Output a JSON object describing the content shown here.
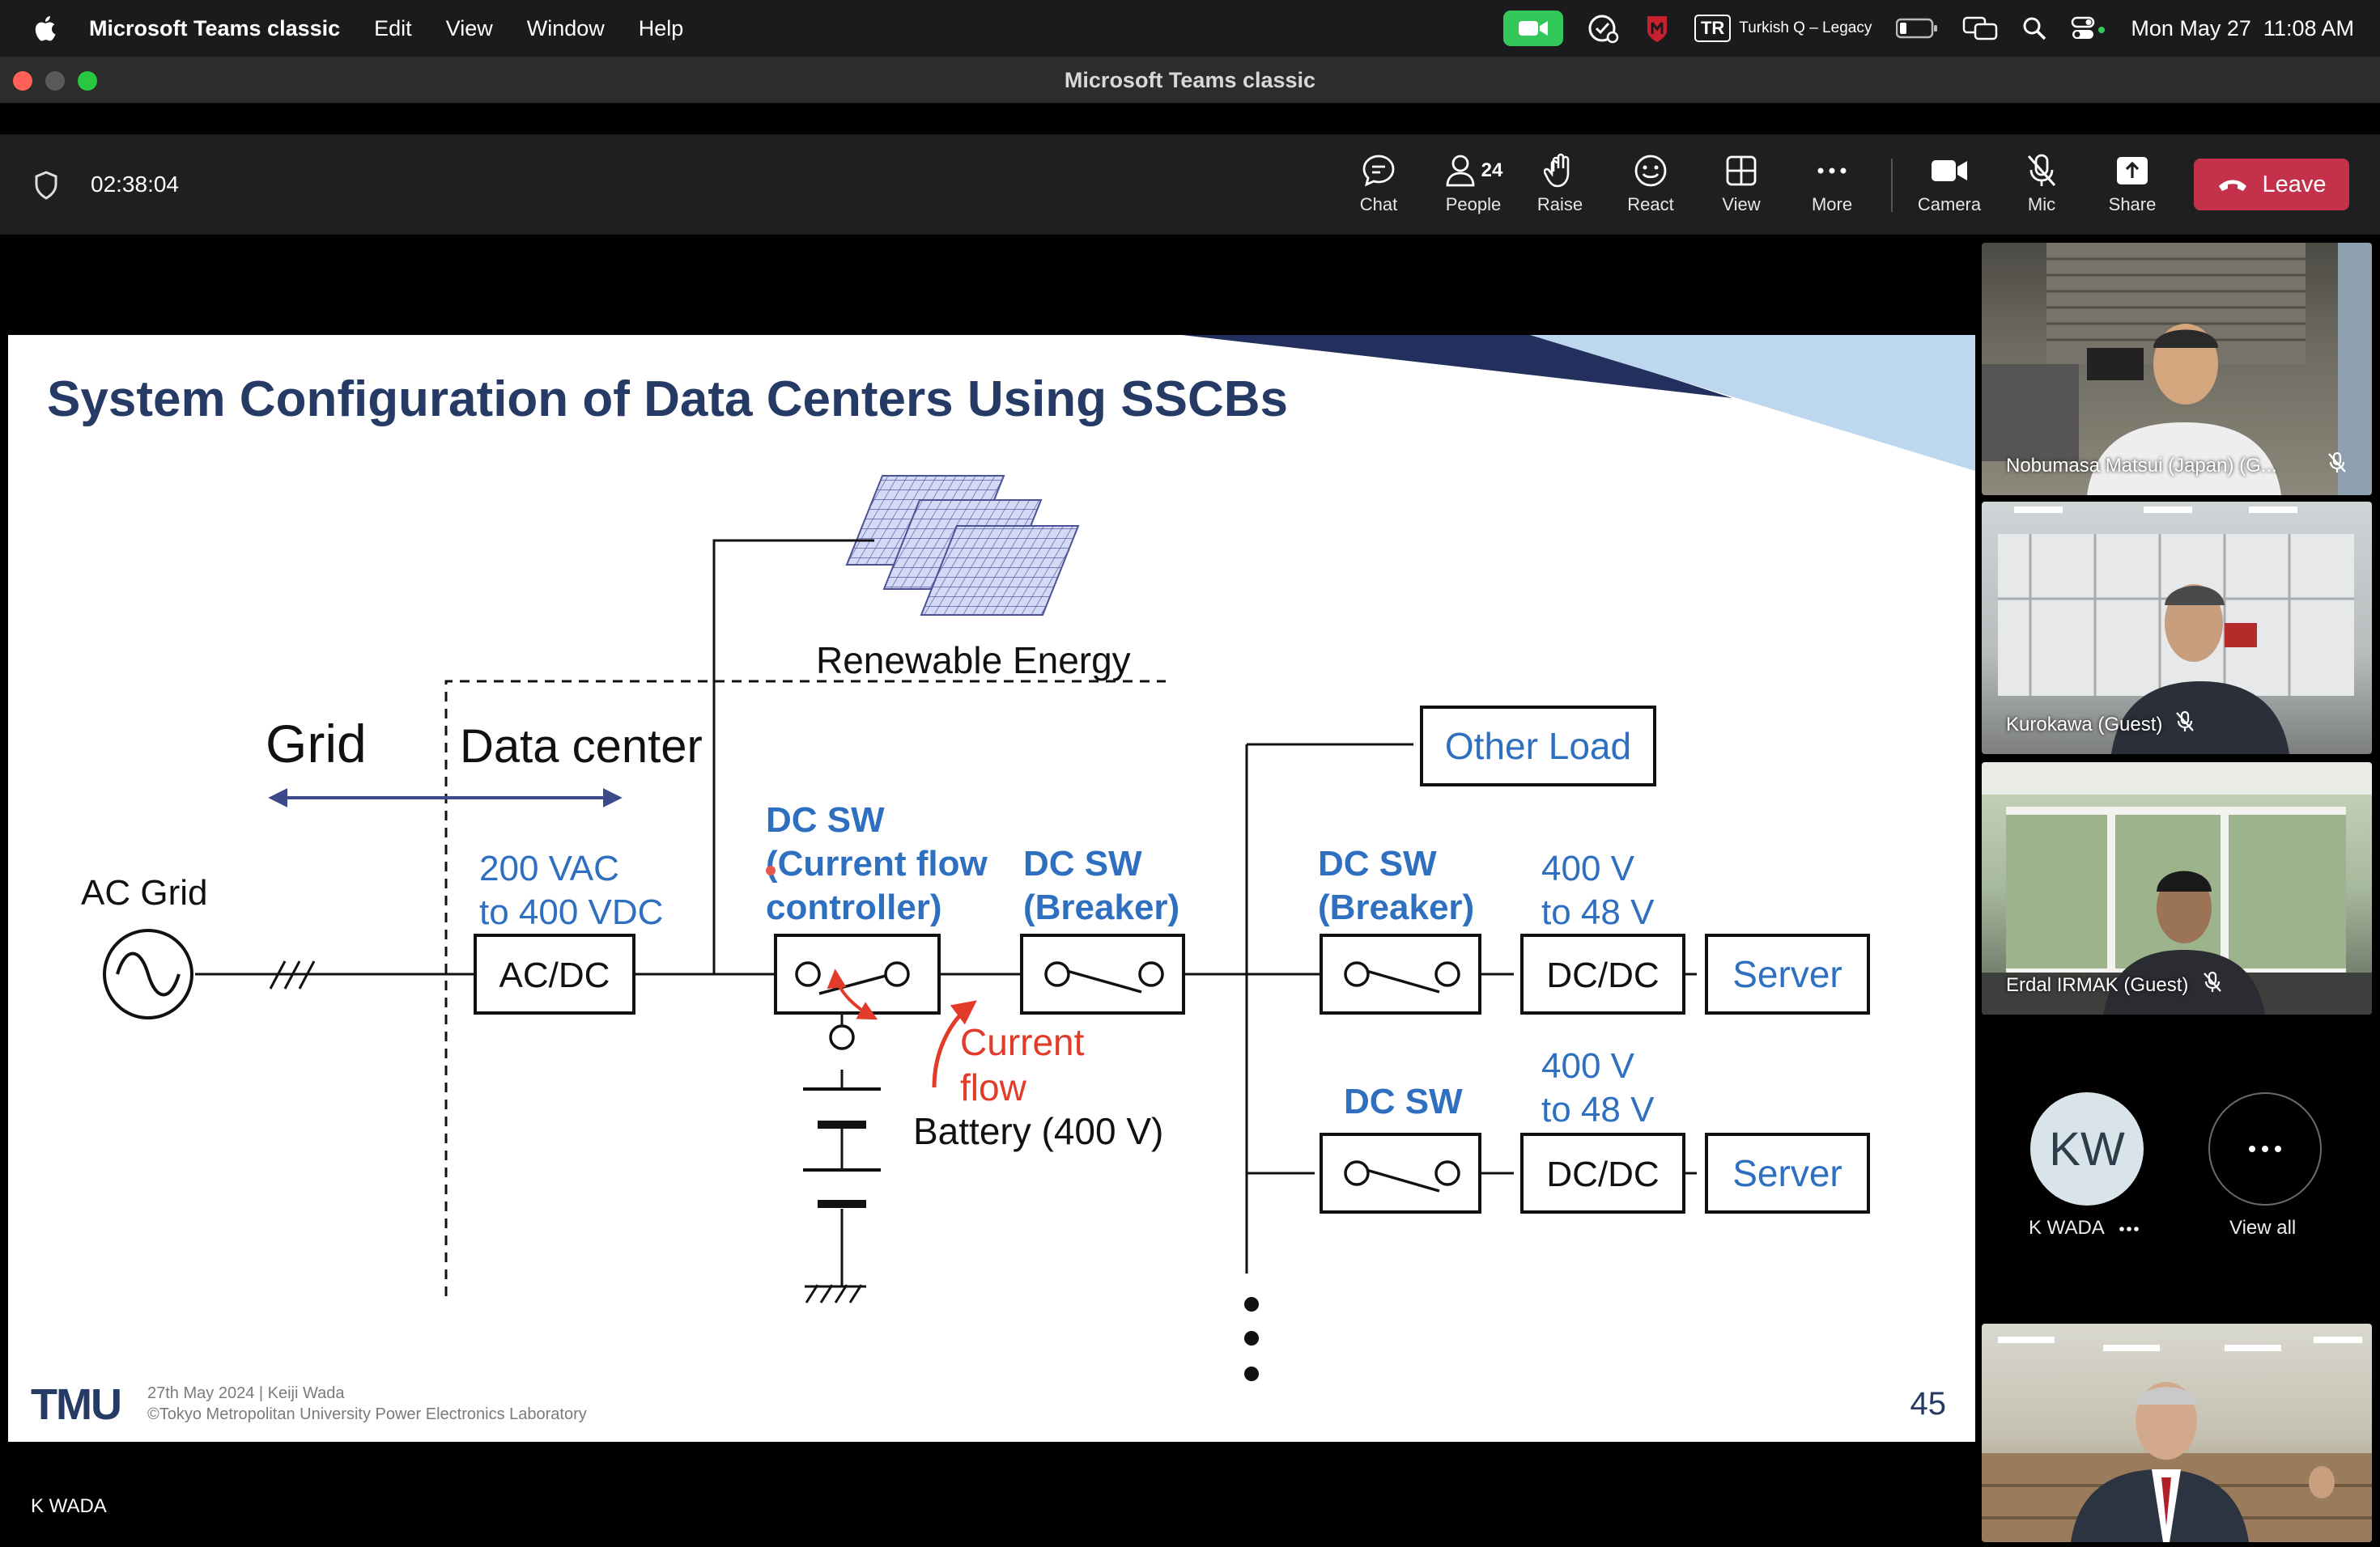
{
  "menubar": {
    "app_name": "Microsoft Teams classic",
    "items": [
      "Edit",
      "View",
      "Window",
      "Help"
    ],
    "input_source": "TR",
    "input_source_name": "Turkish Q – Legacy",
    "datetime": "Mon May 27  11:08 AM"
  },
  "window": {
    "title": "Microsoft Teams classic"
  },
  "toolbar": {
    "timer": "02:38:04",
    "chat": "Chat",
    "people_count": "24",
    "people": "People",
    "raise": "Raise",
    "react": "React",
    "view": "View",
    "more": "More",
    "camera": "Camera",
    "mic": "Mic",
    "share": "Share",
    "leave": "Leave"
  },
  "slide": {
    "title": "System Configuration of Data Centers Using SSCBs",
    "renewable": "Renewable Energy",
    "grid": "Grid",
    "data_center": "Data center",
    "ac_grid": "AC Grid",
    "conv_label_1": "200 VAC",
    "conv_label_2": "to 400 VDC",
    "acdc": "AC/DC",
    "dcsw_ctrl_1": "DC SW",
    "dcsw_ctrl_2": "(Current flow",
    "dcsw_ctrl_3": "controller)",
    "dcsw_brk_1": "DC SW",
    "dcsw_brk_2": "(Breaker)",
    "dcsw_brk2_1": "DC SW",
    "dcsw_brk2_2": "(Breaker)",
    "dcsw_plain": "DC SW",
    "other_load": "Other Load",
    "v1_a": "400 V",
    "v1_b": "to 48 V",
    "v2_a": "400 V",
    "v2_b": "to 48 V",
    "dcdc1": "DC/DC",
    "dcdc2": "DC/DC",
    "server1": "Server",
    "server2": "Server",
    "current_flow_1": "Current",
    "current_flow_2": "flow",
    "battery": "Battery (400 V)",
    "footer_line1": "27th May 2024 | Keiji Wada",
    "footer_line2": "©Tokyo Metropolitan University Power Electronics Laboratory",
    "logo": "TMU",
    "page_number": "45"
  },
  "presenter_name": "K WADA",
  "participants": [
    {
      "name": "Nobumasa Matsui (Japan) (G..."
    },
    {
      "name": "Kurokawa (Guest)"
    },
    {
      "name": "Erdal IRMAK (Guest)"
    }
  ],
  "kw": {
    "initials": "KW",
    "name": "K WADA"
  },
  "view_all": "View all",
  "colors": {
    "slide_title": "#263a66",
    "blue_text": "#2e6fc0",
    "red_text": "#e23b2a",
    "leave": "#c4314b",
    "camera_indicator": "#34c759"
  }
}
